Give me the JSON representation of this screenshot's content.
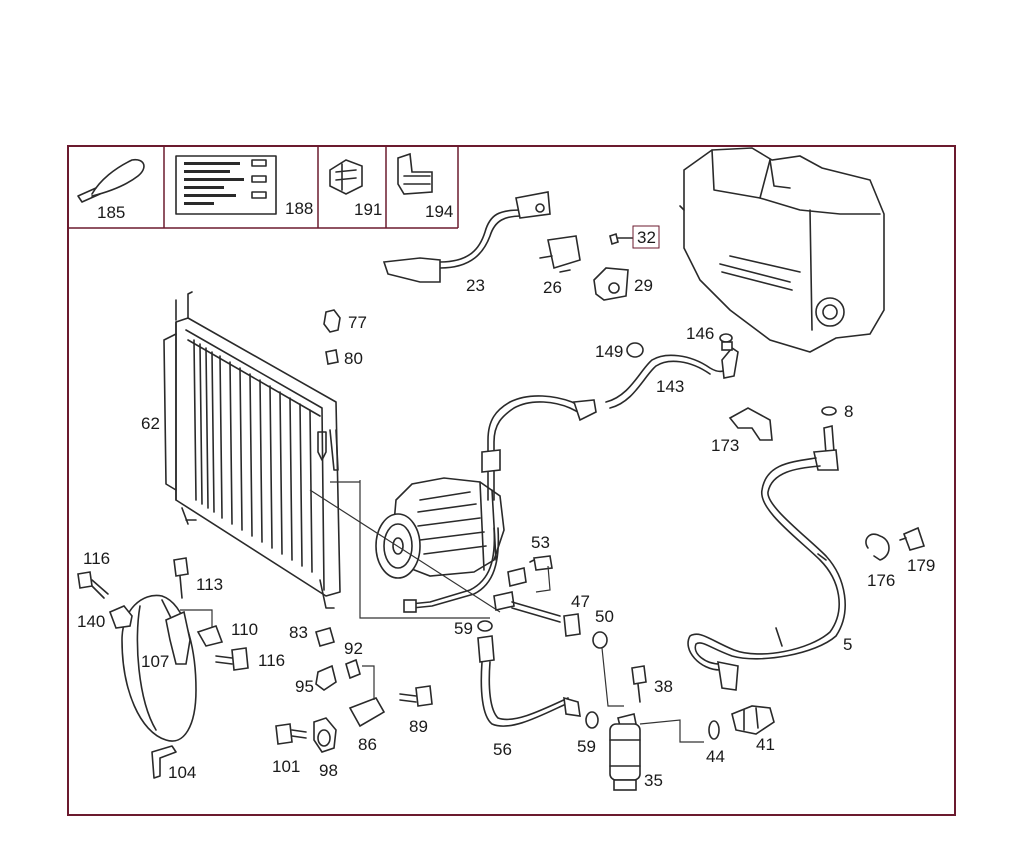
{
  "diagram": {
    "callouts": {
      "c185": "185",
      "c188": "188",
      "c191": "191",
      "c194": "194",
      "c23": "23",
      "c26": "26",
      "c29": "29",
      "c32": "32",
      "c146": "146",
      "c149": "149",
      "c143": "143",
      "c8": "8",
      "c173": "173",
      "c77": "77",
      "c80": "80",
      "c62": "62",
      "c53": "53",
      "c47": "47",
      "c50": "50",
      "c59a": "59",
      "c176": "176",
      "c179": "179",
      "c5": "5",
      "c116a": "116",
      "c113": "113",
      "c140": "140",
      "c110": "110",
      "c116b": "116",
      "c107": "107",
      "c83": "83",
      "c92": "92",
      "c95": "95",
      "c89": "89",
      "c86": "86",
      "c101": "101",
      "c98": "98",
      "c104": "104",
      "c56": "56",
      "c59b": "59",
      "c38": "38",
      "c44": "44",
      "c41": "41",
      "c35": "35"
    }
  }
}
